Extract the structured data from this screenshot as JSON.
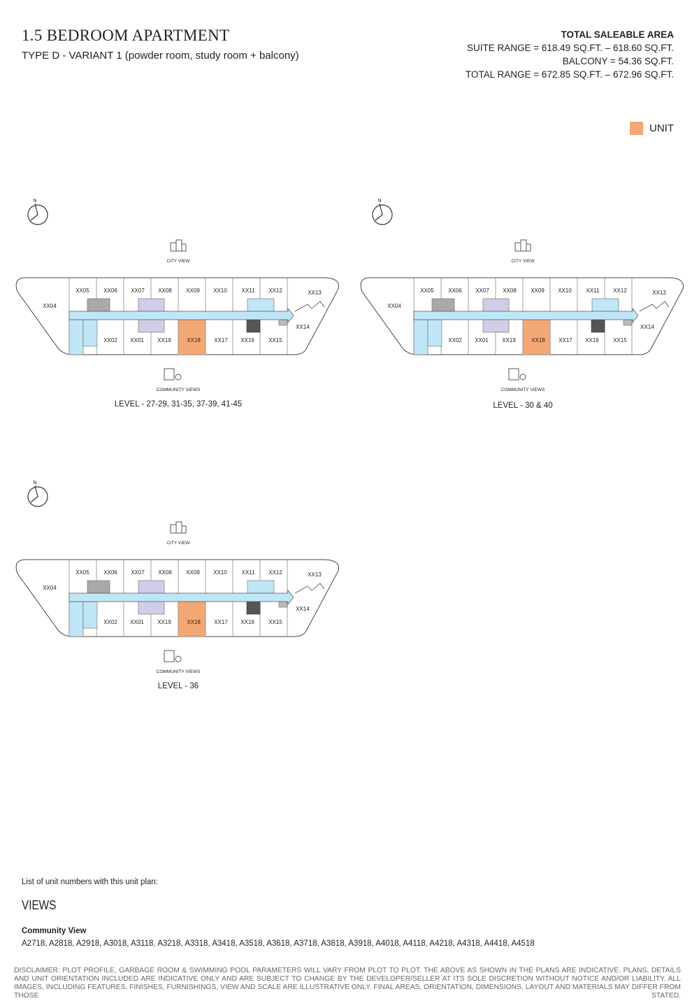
{
  "header": {
    "title": "1.5 BEDROOM APARTMENT",
    "subtitle": "TYPE D - VARIANT 1 (powder room, study room + balcony)"
  },
  "area": {
    "heading": "TOTAL SALEABLE AREA",
    "suite": "SUITE RANGE = 618.49 SQ.FT. – 618.60 SQ.FT.",
    "balcony": "BALCONY = 54.36 SQ.FT.",
    "total": "TOTAL RANGE = 672.85 SQ.FT. – 672.96 SQ.FT."
  },
  "legend": {
    "label": "UNIT",
    "color": "#f3a873"
  },
  "plan_labels": {
    "city": "CITY VIEW",
    "community": "COMMUNITY VIEWS",
    "north": "N"
  },
  "units": {
    "top": [
      "XX05",
      "XX06",
      "XX07",
      "XX08",
      "XX09",
      "XX10",
      "XX11",
      "XX12",
      "XX13"
    ],
    "bottom": [
      "XX02",
      "XX01",
      "XX19",
      "XX18",
      "XX17",
      "XX16",
      "XX15",
      "XX14"
    ],
    "left": "XX04"
  },
  "plans": [
    {
      "level": "LEVEL - 27-29, 31-35, 37-39, 41-45"
    },
    {
      "level": "LEVEL - 30 & 40"
    },
    {
      "level": "LEVEL - 36"
    }
  ],
  "footer": {
    "list_label": "List of unit numbers with this unit plan:",
    "views_heading": "VIEWS",
    "community_heading": "Community View",
    "units": "A2718, A2818, A2918, A3018, A3118, A3218, A3318, A3418, A3518, A3618, A3718, A3818, A3918, A4018, A4118, A4218, A4318, A4418, A4518",
    "disclaimer": "DISCLAIMER: PLOT PROFILE, GARBAGE ROOM & SWIMMING POOL PARAMETERS WILL VARY FROM PLOT TO PLOT. THE ABOVE AS SHOWN IN THE PLANS ARE INDICATIVE. PLANS, DETAILS AND UNIT ORIENTATION INCLUDED ARE INDICATIVE ONLY AND ARE SUBJECT TO CHANGE BY THE DEVELOPER/SELLER AT ITS SOLE DISCRETION WITHOUT NOTICE AND/OR LIABILITY. ALL IMAGES, INCLUDING FEATURES, FINISHES, FURNISHINGS, VIEW AND SCALE ARE ILLUSTRATIVE ONLY. FINAL AREAS, ORIENTATION, DIMENSIONS, LAYOUT AND MATERIALS MAY DIFFER FROM THOSE STATED."
  }
}
